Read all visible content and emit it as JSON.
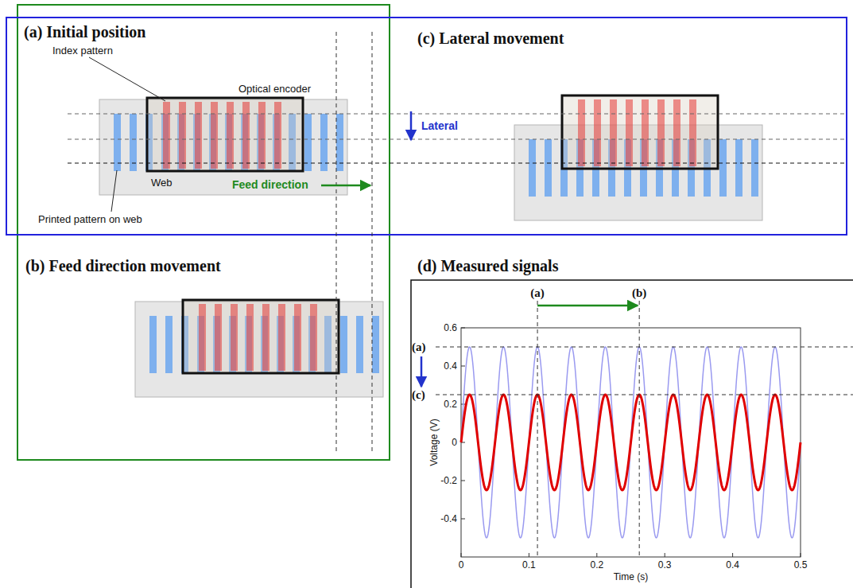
{
  "diagram": {
    "labels": [
      "(a) Initial position",
      "Index pattern",
      "Optical encoder",
      "Lateral",
      "Web",
      "Feed direction",
      "Printed pattern on web",
      "(c) Lateral movement",
      "(b) Feed direction movement",
      "(d) Measured signals",
      "(a)",
      "(b)",
      "(a)",
      "(c)",
      "0.6",
      "0.4",
      "0.2",
      "0",
      "-0.2",
      "-0.4",
      "Voltage (V)",
      "0",
      "0.1",
      "0.2",
      "0.3",
      "0.4",
      "0.5",
      "Time (s)"
    ]
  }
}
